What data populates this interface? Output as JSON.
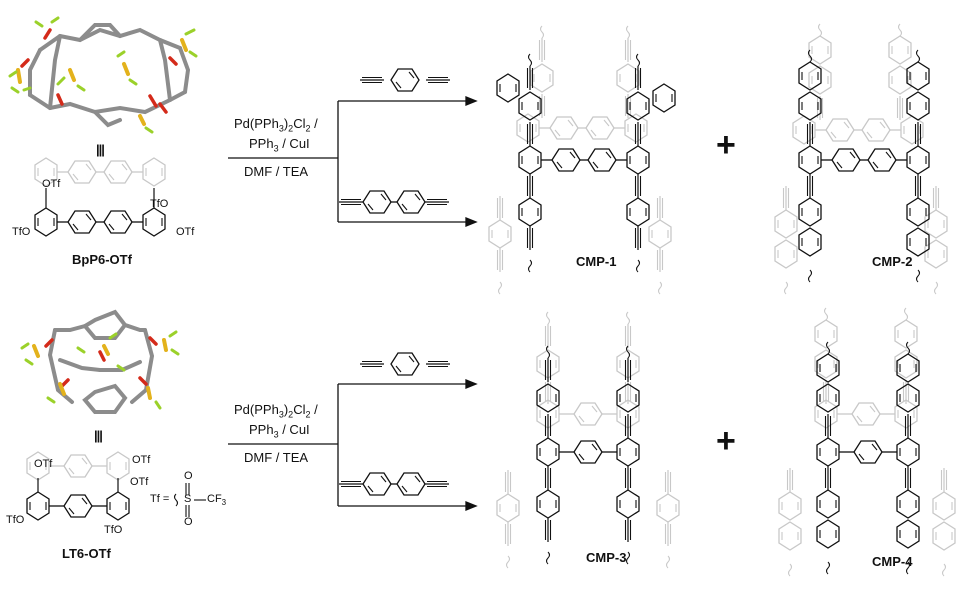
{
  "row1": {
    "cage_label": "BpP6-OTf",
    "cage_groups": [
      "OTf",
      "TfO",
      "TfO",
      "OTf"
    ],
    "cond_line1_parts": [
      "Pd(PPh",
      "3",
      ")",
      "2",
      "Cl",
      "2",
      " /"
    ],
    "cond_line2_parts": [
      "PPh",
      "3",
      " / CuI"
    ],
    "cond_line3": "DMF / TEA",
    "product1": "CMP-1",
    "plus": "+",
    "product2": "CMP-2"
  },
  "row2": {
    "cage_label": "LT6-OTf",
    "cage_groups": [
      "OTf",
      "OTf",
      "OTf",
      "TfO",
      "TfO"
    ],
    "tf_def": {
      "prefix": "Tf =",
      "o_top": "O",
      "s": "S",
      "o_bottom": "O",
      "cf3_parts": [
        "CF",
        "3"
      ]
    },
    "cond_line1_parts": [
      "Pd(PPh",
      "3",
      ")",
      "2",
      "Cl",
      "2",
      " /"
    ],
    "cond_line2_parts": [
      "PPh",
      "3",
      " / CuI"
    ],
    "cond_line3": "DMF / TEA",
    "product1": "CMP-3",
    "plus": "+",
    "product2": "CMP-4"
  },
  "equiv_symbol": "|||",
  "colors": {
    "ink": "#111111",
    "ghost": "#c8c8c8",
    "carbon": "#8c8c8c",
    "oxygen": "#d42a1a",
    "sulfur": "#e3b21c",
    "fluorine": "#9bd12a"
  }
}
